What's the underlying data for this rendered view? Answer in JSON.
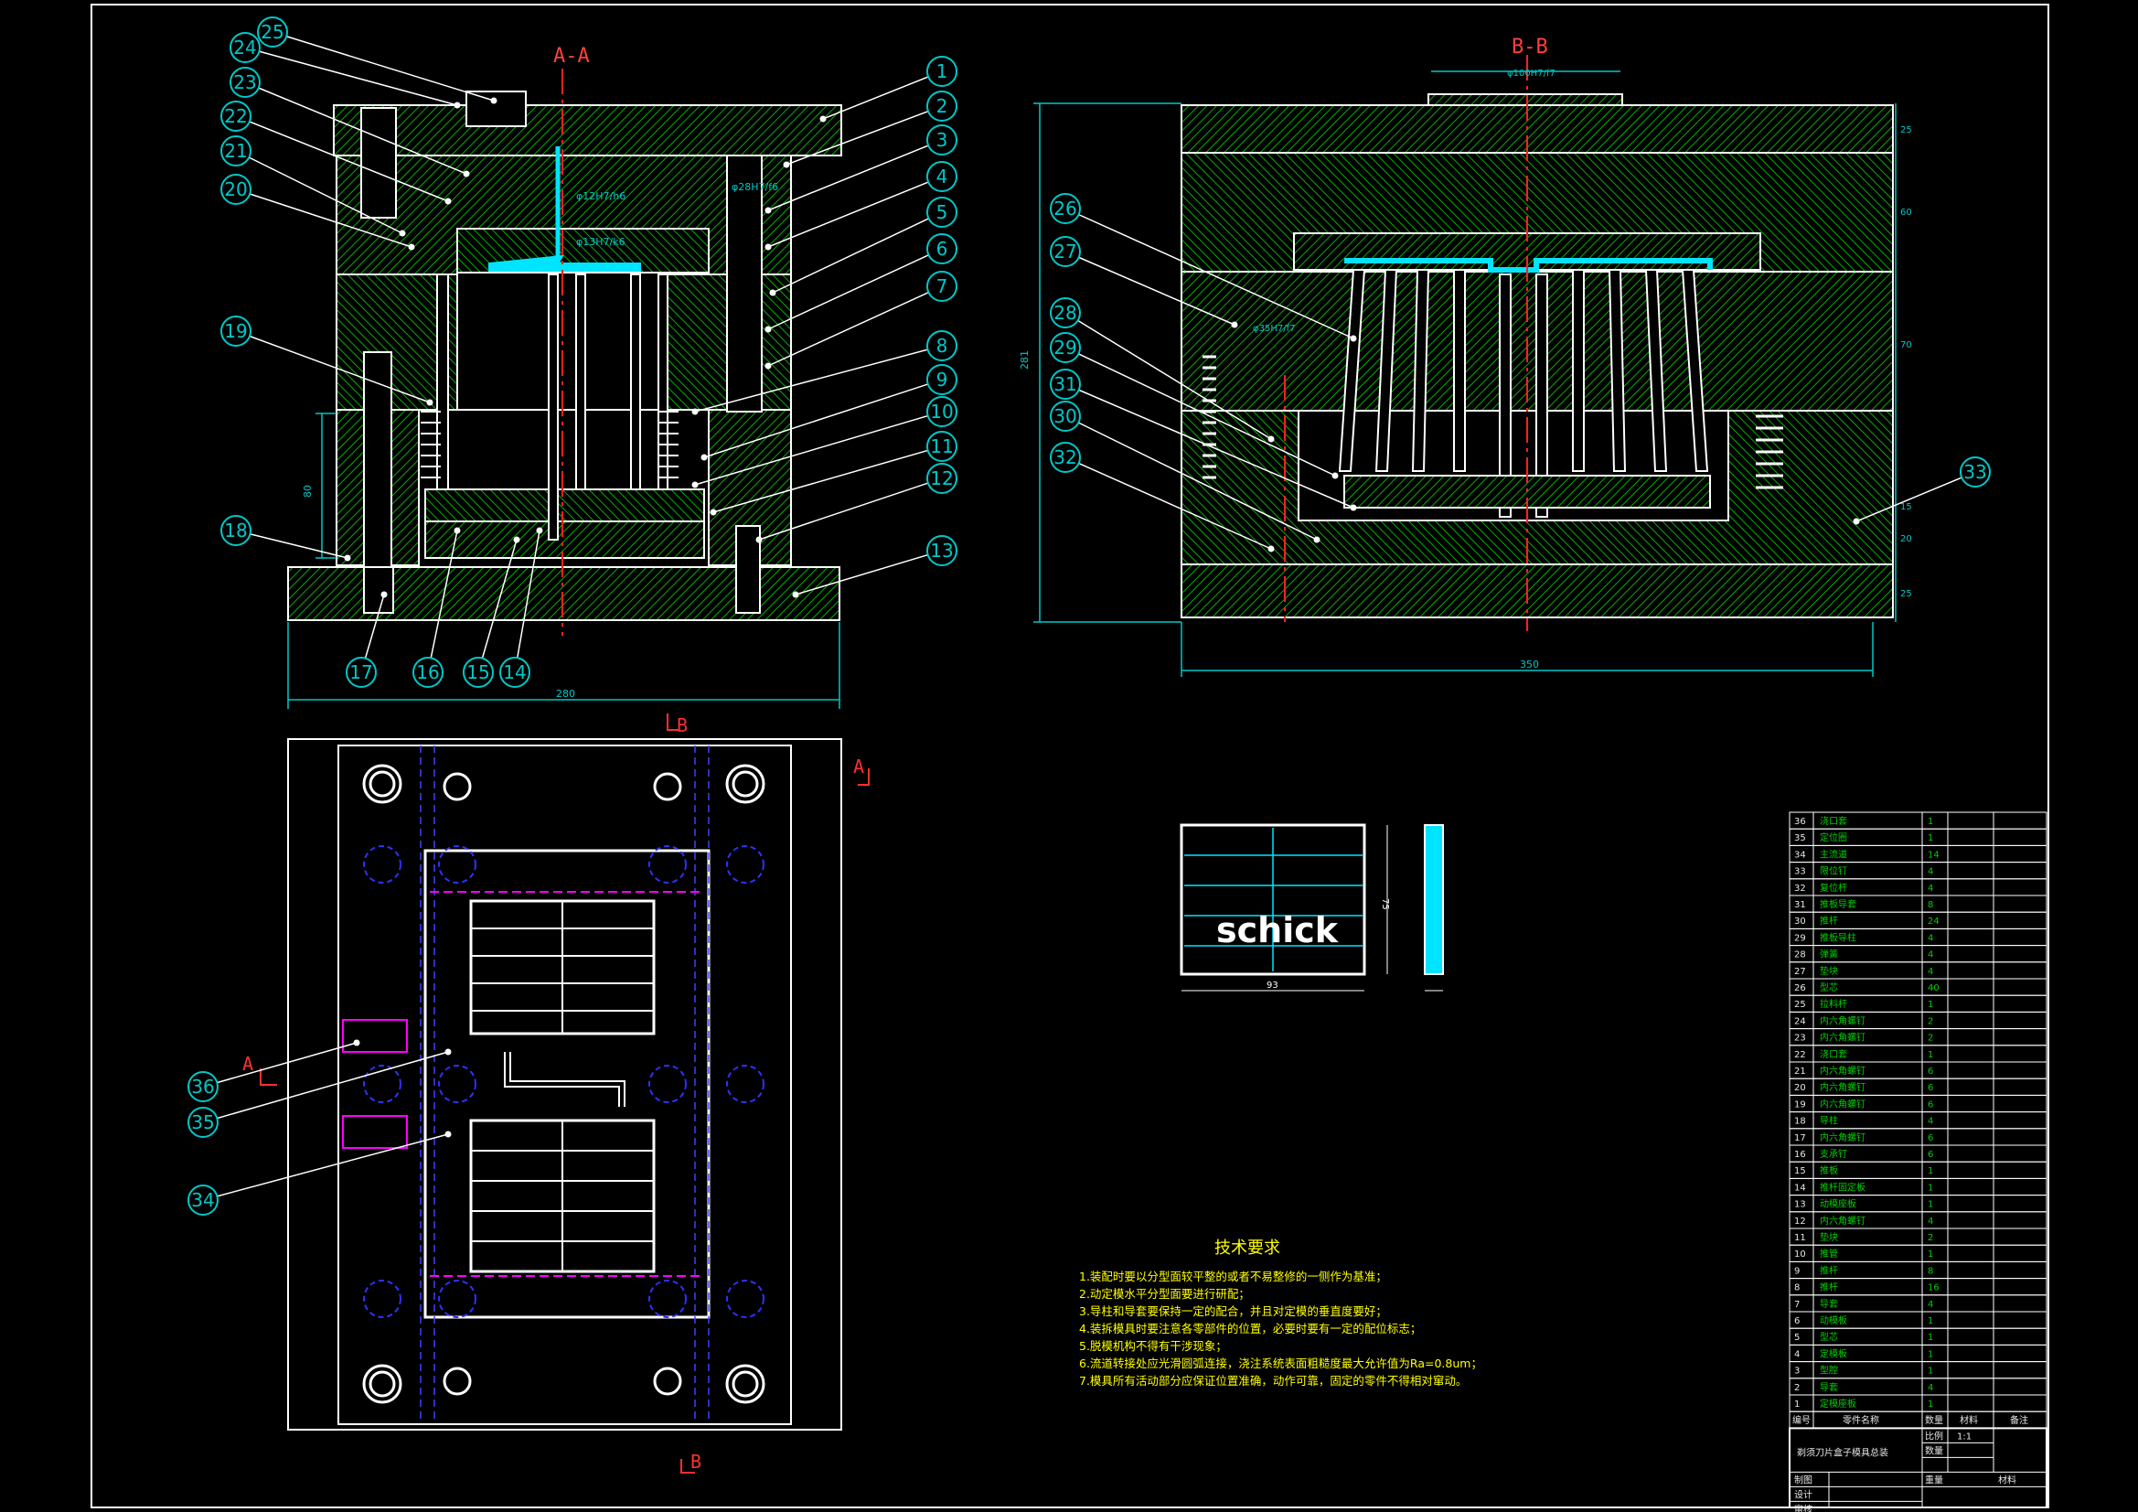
{
  "colors": {
    "background": "#000000",
    "border": "#ffffff",
    "hatch": "#00c800",
    "outline": "#ffffff",
    "dimension": "#00c8c8",
    "centerline": "#ff2020",
    "hidden": "#3030ff",
    "magenta": "#ff00ff",
    "cyan_fill": "#00e5ff",
    "notes": "#ffff00"
  },
  "views": {
    "section_aa_label": "A-A",
    "section_bb_label": "B-B",
    "plan_marker_a": "A",
    "plan_marker_b": "B"
  },
  "dimensions": {
    "aa_width": "280",
    "aa_height": "80",
    "bb_width": "350",
    "bb_height": "281",
    "bb_stack": [
      "25",
      "60",
      "70",
      "15",
      "20",
      "25"
    ],
    "fit_1": "φ12H7/h6",
    "fit_2": "φ13H7/k6",
    "fit_3": "φ28H7/f6",
    "fit_bb_top": "φ100H7/f7",
    "fit_bb_side": "φ35H7/f7",
    "part_w": "93",
    "part_h": "75"
  },
  "balloons_aa": [
    "1",
    "2",
    "3",
    "4",
    "5",
    "6",
    "7",
    "8",
    "9",
    "10",
    "11",
    "12",
    "13",
    "14",
    "15",
    "16",
    "17",
    "18",
    "19",
    "20",
    "21",
    "22",
    "23",
    "24",
    "25"
  ],
  "balloons_bb": [
    "26",
    "27",
    "28",
    "29",
    "30",
    "31",
    "32",
    "33"
  ],
  "balloons_plan": [
    "34",
    "35",
    "36"
  ],
  "logo_text": "schick",
  "technical_requirements": {
    "title": "技术要求",
    "items": [
      "1.装配时要以分型面较平整的或者不易整修的一侧作为基准；",
      "2.动定模水平分型面要进行研配；",
      "3.导柱和导套要保持一定的配合，并且对定模的垂直度要好；",
      "4.装拆模具时要注意各零部件的位置，必要时要有一定的配位标志；",
      "5.脱模机构不得有干涉现象；",
      "6.流道转接处应光滑圆弧连接，浇注系统表面粗糙度最大允许值为Ra=0.8um；",
      "7.模具所有活动部分应保证位置准确，动作可靠，固定的零件不得相对窜动。"
    ]
  },
  "parts_list": [
    {
      "no": "36",
      "name": "浇口套",
      "qty": "1"
    },
    {
      "no": "35",
      "name": "定位圈",
      "qty": "1"
    },
    {
      "no": "34",
      "name": "主流道",
      "qty": "14"
    },
    {
      "no": "33",
      "name": "限位钉",
      "qty": "4"
    },
    {
      "no": "32",
      "name": "复位杆",
      "qty": "4"
    },
    {
      "no": "31",
      "name": "推板导套",
      "qty": "8"
    },
    {
      "no": "30",
      "name": "推杆",
      "qty": "24"
    },
    {
      "no": "29",
      "name": "推板导柱",
      "qty": "4"
    },
    {
      "no": "28",
      "name": "弹簧",
      "qty": "4"
    },
    {
      "no": "27",
      "name": "垫块",
      "qty": "4"
    },
    {
      "no": "26",
      "name": "型芯",
      "qty": "40"
    },
    {
      "no": "25",
      "name": "拉料杆",
      "qty": "1"
    },
    {
      "no": "24",
      "name": "内六角螺钉",
      "qty": "2"
    },
    {
      "no": "23",
      "name": "内六角螺钉",
      "qty": "2"
    },
    {
      "no": "22",
      "name": "浇口套",
      "qty": "1"
    },
    {
      "no": "21",
      "name": "内六角螺钉",
      "qty": "6"
    },
    {
      "no": "20",
      "name": "内六角螺钉",
      "qty": "6"
    },
    {
      "no": "19",
      "name": "内六角螺钉",
      "qty": "6"
    },
    {
      "no": "18",
      "name": "导柱",
      "qty": "4"
    },
    {
      "no": "17",
      "name": "内六角螺钉",
      "qty": "6"
    },
    {
      "no": "16",
      "name": "支承钉",
      "qty": "6"
    },
    {
      "no": "15",
      "name": "推板",
      "qty": "1"
    },
    {
      "no": "14",
      "name": "推杆固定板",
      "qty": "1"
    },
    {
      "no": "13",
      "name": "动模座板",
      "qty": "1"
    },
    {
      "no": "12",
      "name": "内六角螺钉",
      "qty": "4"
    },
    {
      "no": "11",
      "name": "垫块",
      "qty": "2"
    },
    {
      "no": "10",
      "name": "推管",
      "qty": "1"
    },
    {
      "no": "9",
      "name": "推杆",
      "qty": "8"
    },
    {
      "no": "8",
      "name": "推杆",
      "qty": "16"
    },
    {
      "no": "7",
      "name": "导套",
      "qty": "4"
    },
    {
      "no": "6",
      "name": "动模板",
      "qty": "1"
    },
    {
      "no": "5",
      "name": "型芯",
      "qty": "1"
    },
    {
      "no": "4",
      "name": "定模板",
      "qty": "1"
    },
    {
      "no": "3",
      "name": "型腔",
      "qty": "1"
    },
    {
      "no": "2",
      "name": "导套",
      "qty": "4"
    },
    {
      "no": "1",
      "name": "定模座板",
      "qty": "1"
    }
  ],
  "parts_header": {
    "no": "编号",
    "name": "零件名称",
    "qty": "数量",
    "material": "材料",
    "note": "备注"
  },
  "title_block": {
    "title": "剃须刀片盒子模具总装",
    "ratio_label": "比例",
    "ratio": "1:1",
    "count_label": "数量",
    "drawn": "制图",
    "design": "设计",
    "check": "审核",
    "weight_label": "重量",
    "material_label": "材料"
  }
}
